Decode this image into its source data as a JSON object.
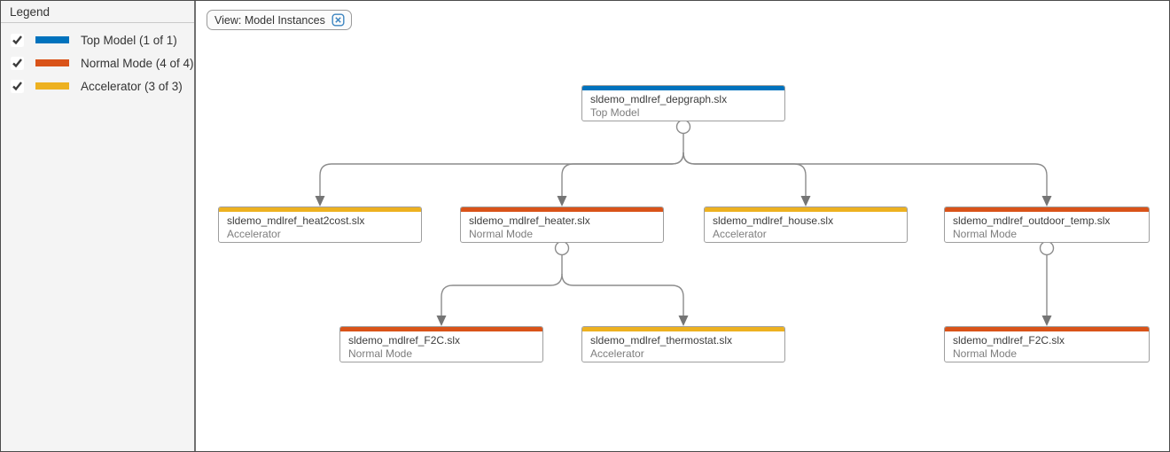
{
  "colors": {
    "top_model": "#0072BD",
    "normal_mode": "#D95319",
    "accelerator": "#EDB120",
    "edge": "#8c8c8c",
    "arrow": "#757575",
    "chip_icon_blue": "#3d85c0"
  },
  "legend": {
    "title": "Legend",
    "items": [
      {
        "label": "Top Model (1 of 1)",
        "checked": true,
        "color": "#0072BD"
      },
      {
        "label": "Normal Mode (4 of 4)",
        "checked": true,
        "color": "#D95319"
      },
      {
        "label": "Accelerator (3 of 3)",
        "checked": true,
        "color": "#EDB120"
      }
    ]
  },
  "filter_chip": {
    "label": "View: Model Instances",
    "close_icon": "x-in-rounded-box"
  },
  "graph": {
    "nodes": [
      {
        "title": "sldemo_mdlref_depgraph.slx",
        "subtitle": "Top Model",
        "color": "#0072BD"
      },
      {
        "title": "sldemo_mdlref_heat2cost.slx",
        "subtitle": "Accelerator",
        "color": "#EDB120"
      },
      {
        "title": "sldemo_mdlref_heater.slx",
        "subtitle": "Normal Mode",
        "color": "#D95319"
      },
      {
        "title": "sldemo_mdlref_house.slx",
        "subtitle": "Accelerator",
        "color": "#EDB120"
      },
      {
        "title": "sldemo_mdlref_outdoor_temp.slx",
        "subtitle": "Normal Mode",
        "color": "#D95319"
      },
      {
        "title": "sldemo_mdlref_F2C.slx",
        "subtitle": "Normal Mode",
        "color": "#D95319"
      },
      {
        "title": "sldemo_mdlref_thermostat.slx",
        "subtitle": "Accelerator",
        "color": "#EDB120"
      },
      {
        "title": "sldemo_mdlref_F2C.slx",
        "subtitle": "Normal Mode",
        "color": "#D95319"
      }
    ],
    "edges": [
      {
        "from": "sldemo_mdlref_depgraph.slx",
        "to": "sldemo_mdlref_heat2cost.slx"
      },
      {
        "from": "sldemo_mdlref_depgraph.slx",
        "to": "sldemo_mdlref_heater.slx"
      },
      {
        "from": "sldemo_mdlref_depgraph.slx",
        "to": "sldemo_mdlref_house.slx"
      },
      {
        "from": "sldemo_mdlref_depgraph.slx",
        "to": "sldemo_mdlref_outdoor_temp.slx"
      },
      {
        "from": "sldemo_mdlref_heater.slx",
        "to": "sldemo_mdlref_F2C.slx"
      },
      {
        "from": "sldemo_mdlref_heater.slx",
        "to": "sldemo_mdlref_thermostat.slx"
      },
      {
        "from": "sldemo_mdlref_outdoor_temp.slx",
        "to": "sldemo_mdlref_F2C.slx"
      }
    ]
  }
}
